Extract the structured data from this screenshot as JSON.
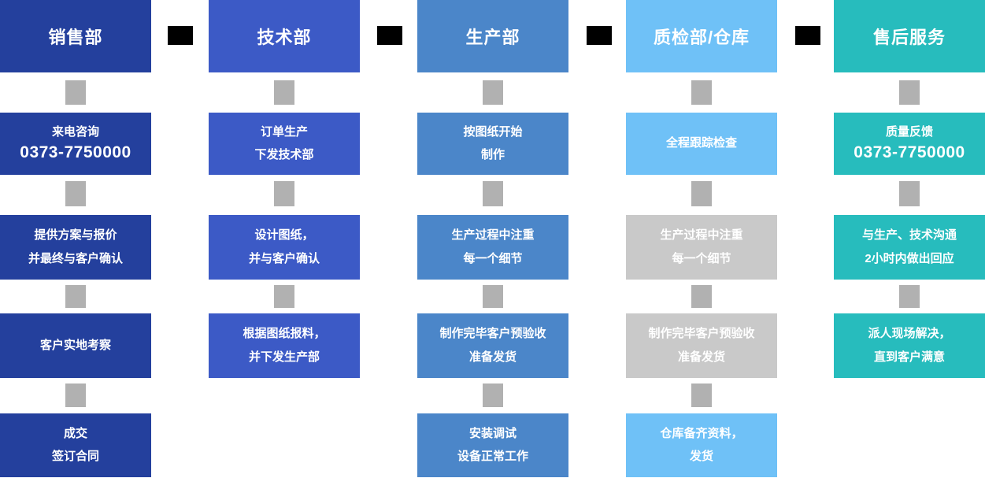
{
  "flowchart": {
    "connector_color": "#b1b1b1",
    "separator_color": "#000000",
    "gray_box_color": "#c9c9c9",
    "columns": [
      {
        "name": "sales",
        "header": "销售部",
        "color": "#24409d",
        "boxes": [
          {
            "bg": "#24409d",
            "lines": [
              "来电咨询",
              "0373-7750000"
            ]
          },
          {
            "bg": "#24409d",
            "lines": [
              "提供方案与报价",
              "并最终与客户确认"
            ]
          },
          {
            "bg": "#24409d",
            "lines": [
              "客户实地考察"
            ]
          },
          {
            "bg": "#24409d",
            "lines": [
              "成交",
              "签订合同"
            ]
          }
        ]
      },
      {
        "name": "technology",
        "header": "技术部",
        "color": "#3c5ac6",
        "boxes": [
          {
            "bg": "#3c5ac6",
            "lines": [
              "订单生产",
              "下发技术部"
            ]
          },
          {
            "bg": "#3c5ac6",
            "lines": [
              "设计图纸，",
              "并与客户确认"
            ]
          },
          {
            "bg": "#3c5ac6",
            "lines": [
              "根据图纸报料，",
              "并下发生产部"
            ]
          }
        ]
      },
      {
        "name": "production",
        "header": "生产部",
        "color": "#4b86c9",
        "boxes": [
          {
            "bg": "#4b86c9",
            "lines": [
              "按图纸开始",
              "制作"
            ]
          },
          {
            "bg": "#4b86c9",
            "lines": [
              "生产过程中注重",
              "每一个细节"
            ]
          },
          {
            "bg": "#4b86c9",
            "lines": [
              "制作完毕客户预验收",
              "准备发货"
            ]
          },
          {
            "bg": "#4b86c9",
            "lines": [
              "安装调试",
              "设备正常工作"
            ]
          }
        ]
      },
      {
        "name": "qc-warehouse",
        "header": "质检部/仓库",
        "color": "#6fc1f7",
        "boxes": [
          {
            "bg": "#6fc1f7",
            "lines": [
              "全程跟踪检查"
            ]
          },
          {
            "bg": "#c9c9c9",
            "lines": [
              "生产过程中注重",
              "每一个细节"
            ]
          },
          {
            "bg": "#c9c9c9",
            "lines": [
              "制作完毕客户预验收",
              "准备发货"
            ]
          },
          {
            "bg": "#6fc1f7",
            "lines": [
              "仓库备齐资料，",
              "发货"
            ]
          }
        ]
      },
      {
        "name": "after-sales",
        "header": "售后服务",
        "color": "#27bcbd",
        "boxes": [
          {
            "bg": "#27bcbd",
            "lines": [
              "质量反馈",
              "0373-7750000"
            ]
          },
          {
            "bg": "#27bcbd",
            "lines": [
              "与生产、技术沟通",
              "2小时内做出回应"
            ]
          },
          {
            "bg": "#27bcbd",
            "lines": [
              "派人现场解决，",
              "直到客户满意"
            ]
          }
        ]
      }
    ]
  }
}
